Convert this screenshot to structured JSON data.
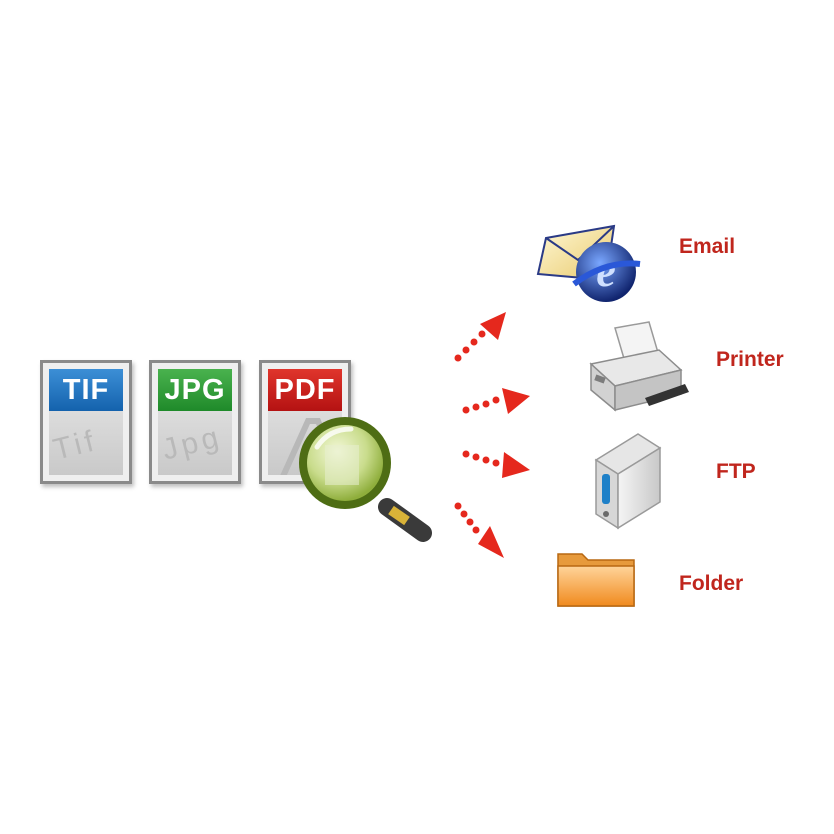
{
  "files": [
    {
      "label": "TIF",
      "ghost": "Tif",
      "color": "#1f6fbf"
    },
    {
      "label": "JPG",
      "ghost": "Jpg",
      "color": "#2e9a36"
    },
    {
      "label": "PDF",
      "ghost": "",
      "color": "#c91d17"
    }
  ],
  "destinations": [
    {
      "label": "Email",
      "icon": "email-icon"
    },
    {
      "label": "Printer",
      "icon": "printer-icon"
    },
    {
      "label": "FTP",
      "icon": "server-icon"
    },
    {
      "label": "Folder",
      "icon": "folder-icon"
    }
  ],
  "colors": {
    "label_red": "#c0261d",
    "arrow_red": "#e5281d",
    "magnifier_rim": "#5a7d18"
  }
}
